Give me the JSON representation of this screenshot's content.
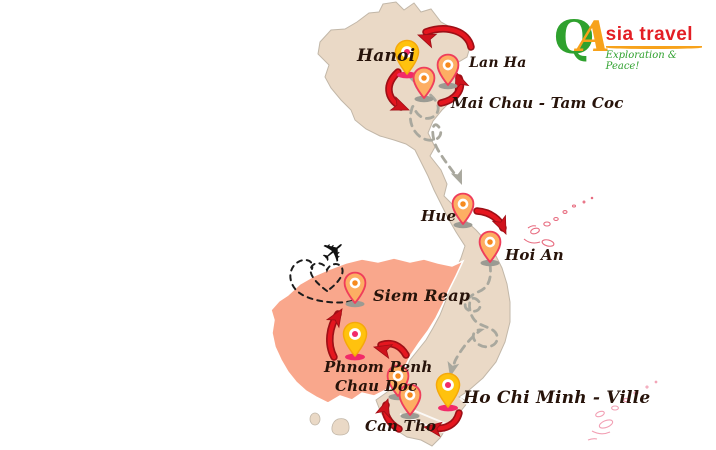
{
  "brand": {
    "letter_q": "Q",
    "letter_a": "A",
    "wordmark": "sia travel",
    "tagline": "Exploration & Peace!",
    "colors": {
      "green": "#2fa12e",
      "orange": "#f7a21b",
      "red": "#e31e24"
    }
  },
  "map": {
    "regions": [
      {
        "name": "Vietnam",
        "fill": "#ead9c6"
      },
      {
        "name": "Cambodia",
        "fill": "#f9a78c"
      }
    ],
    "locations": [
      {
        "label": "Hanoi",
        "pin_color": "yellow"
      },
      {
        "label": "Lan Ha",
        "pin_color": "orange"
      },
      {
        "label": "Mai Chau - Tam Coc",
        "pin_color": "orange"
      },
      {
        "label": "Hue",
        "pin_color": "orange"
      },
      {
        "label": "Hoi An",
        "pin_color": "orange"
      },
      {
        "label": "Siem Reap",
        "pin_color": "orange"
      },
      {
        "label": "Phnom Penh",
        "pin_color": "yellow"
      },
      {
        "label": "Chau Doc",
        "pin_color": "orange"
      },
      {
        "label": "Can Tho",
        "pin_color": "orange"
      },
      {
        "label": "Ho Chi Minh - Ville",
        "pin_color": "yellow"
      }
    ],
    "route_legs": [
      "Hanoi > Mai Chau - Tam Coc (red arrow)",
      "Mai Chau - Tam Coc > Lan Ha (red arrow)",
      "Lan Ha > Hanoi (red arrow)",
      "Hanoi > Hue (gray dashed)",
      "Hue > Hoi An (red arrow)",
      "Hoi An > Ho Chi Minh - Ville (gray dashed)",
      "Ho Chi Minh - Ville > Can Tho (red arrow)",
      "Can Tho > Chau Doc (red arrow)",
      "Chau Doc > Phnom Penh (red arrow)",
      "Phnom Penh > Siem Reap (red arrow)",
      "Siem Reap > departure flight (black dashed, airplane)"
    ],
    "colors": {
      "arrow_red": "#e5161f",
      "arrow_dark": "#9e0f16",
      "dash_gray": "#a9a89e",
      "dash_black": "#1c1c1c",
      "pin_yellow": "#ffc20e",
      "pin_orange": "#fdae63",
      "pin_pink_border": "#ef3e5b",
      "pin_base_pink": "#f22a68",
      "pin_base_gray": "#9b9b93",
      "label_text": "#27130a",
      "islands_pink": "#e76a7e"
    }
  }
}
